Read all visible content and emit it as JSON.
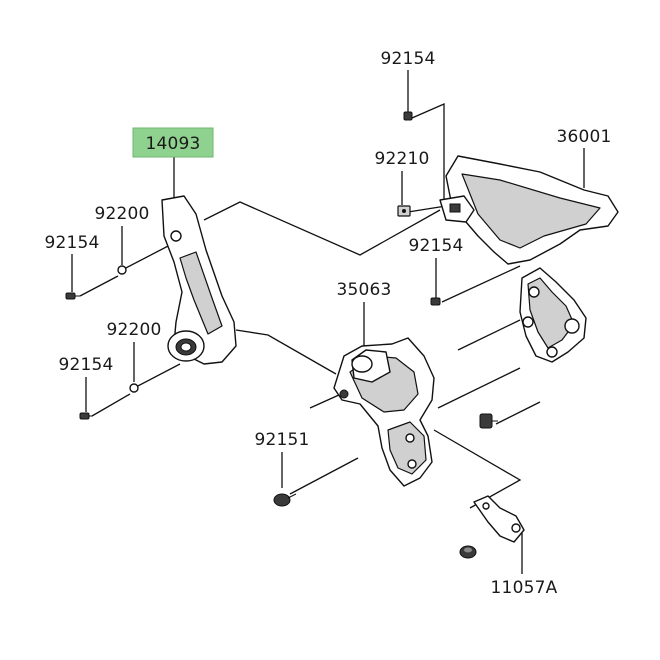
{
  "colors": {
    "highlight": "#8fd18f",
    "line": "#111111",
    "part_shade": "#d0d0d0"
  },
  "labels": {
    "l14093": "14093",
    "l92200_top": "92200",
    "l92154_left_top": "92154",
    "l92200_bottom": "92200",
    "l92154_left_bottom": "92154",
    "l92154_top": "92154",
    "l92210": "92210",
    "l36001": "36001",
    "l92154_mid": "92154",
    "l35063": "35063",
    "l92151": "92151",
    "l11057A": "11057A"
  }
}
